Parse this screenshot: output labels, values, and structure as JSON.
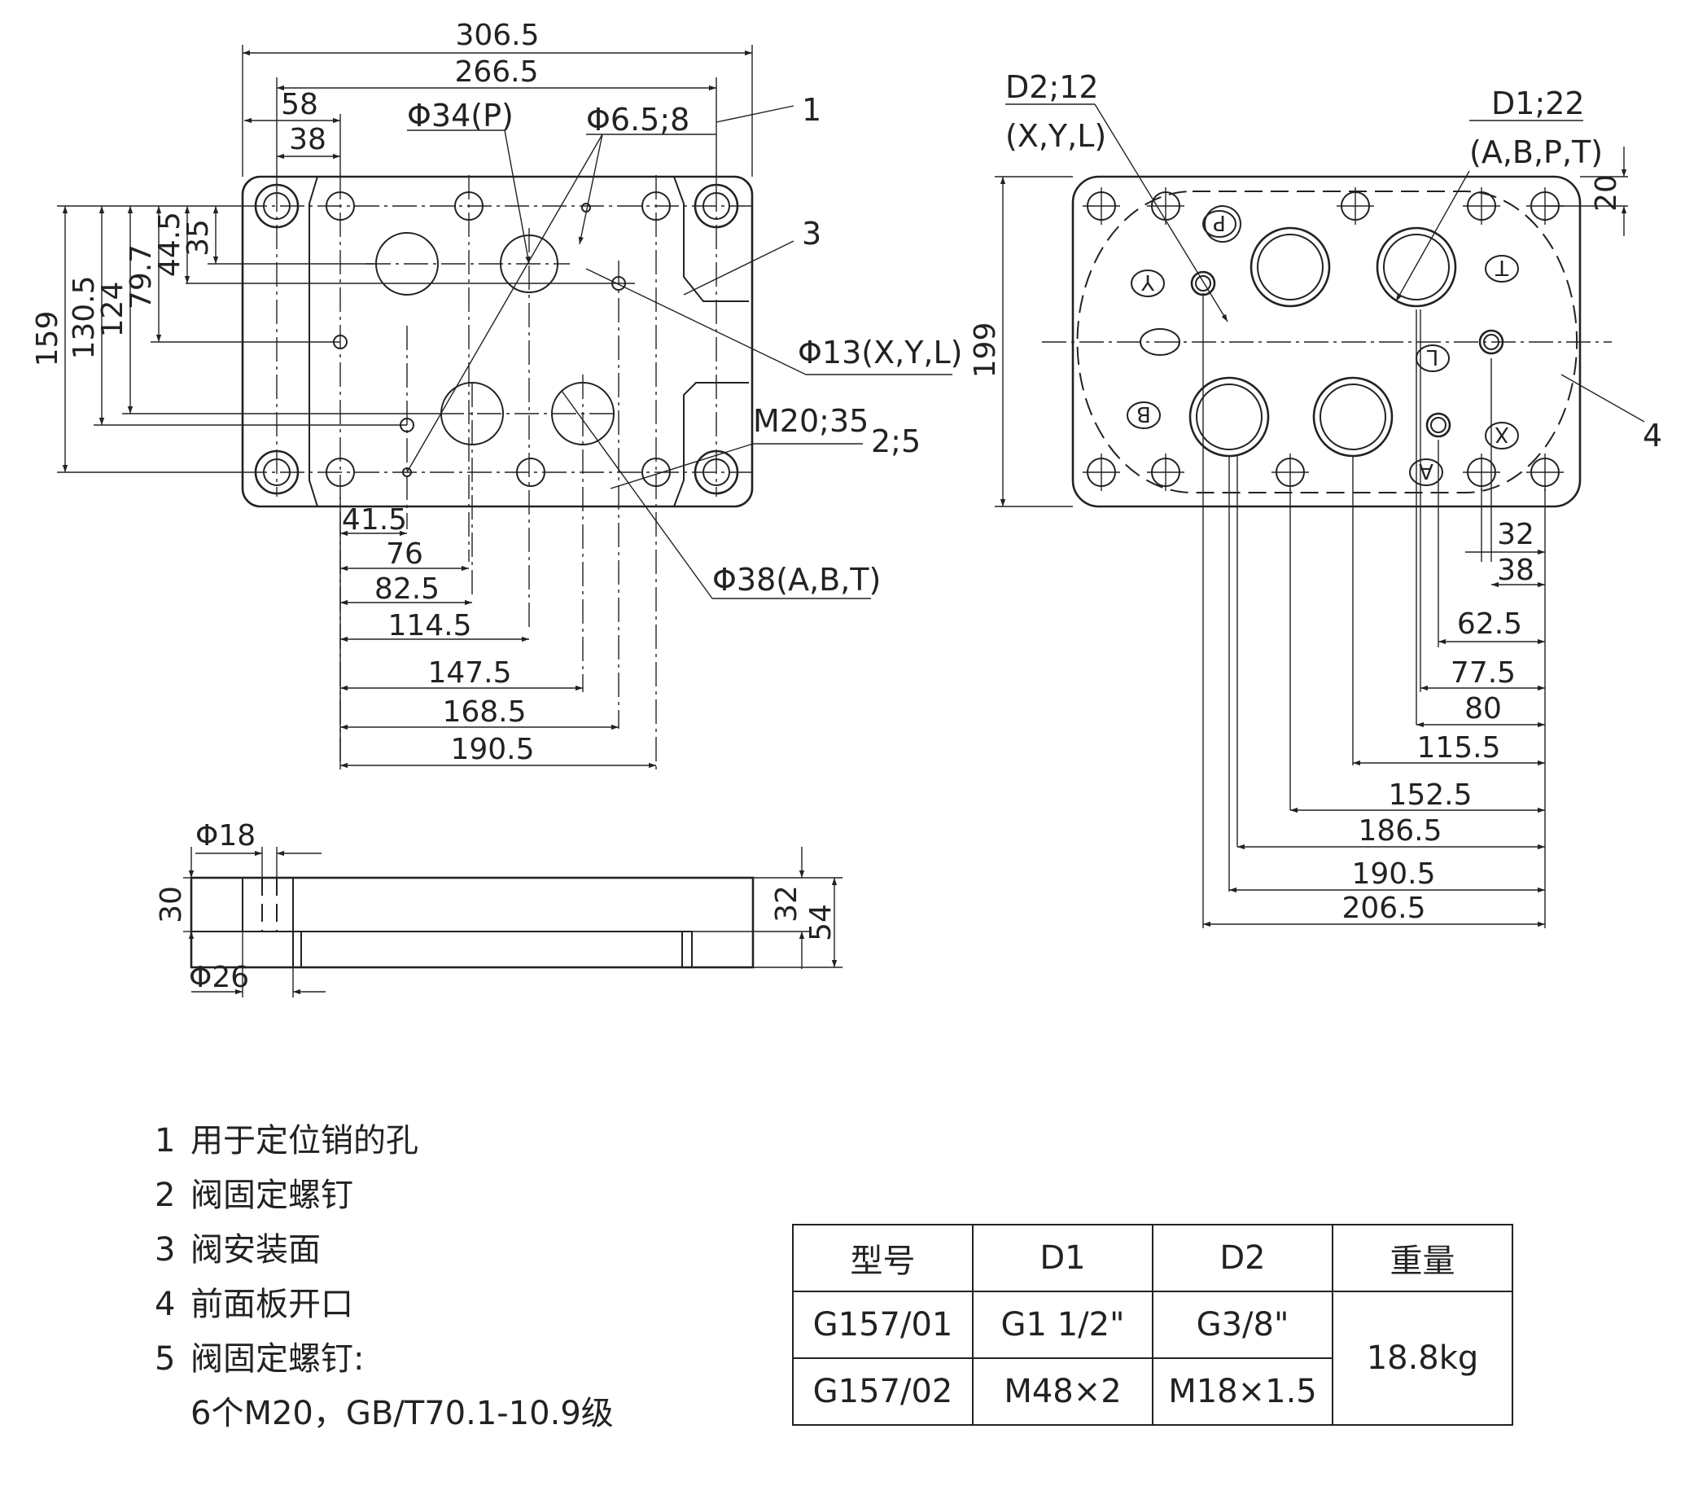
{
  "front_view": {
    "dims_top": [
      "306.5",
      "266.5",
      "58",
      "38"
    ],
    "labels_top": [
      "Φ34(P)",
      "Φ6.5;8",
      "1"
    ],
    "dims_left": [
      "159",
      "130.5",
      "124",
      "79.7",
      "44.5",
      "35"
    ],
    "labels_right": [
      "3",
      "Φ13(X,Y,L)",
      "M20;35",
      "2;5",
      "Φ38(A,B,T)"
    ],
    "dims_bottom": [
      "41.5",
      "76",
      "82.5",
      "114.5",
      "147.5",
      "168.5",
      "190.5"
    ]
  },
  "side_view": {
    "dims": [
      "Φ18",
      "30",
      "Φ26",
      "32",
      "54"
    ]
  },
  "panel_view": {
    "labels": [
      "D2;12",
      "(X,Y,L)",
      "D1;22",
      "(A,B,P,T)",
      "20",
      "199",
      "4"
    ],
    "port_letters": [
      "P",
      "T",
      "Y",
      "L",
      "B",
      "A",
      "X"
    ],
    "dims_bottom": [
      "32",
      "38",
      "62.5",
      "77.5",
      "80",
      "115.5",
      "152.5",
      "186.5",
      "190.5",
      "206.5"
    ]
  },
  "legend": [
    {
      "num": "1",
      "text": "用于定位销的孔"
    },
    {
      "num": "2",
      "text": "阀固定螺钉"
    },
    {
      "num": "3",
      "text": "阀安装面"
    },
    {
      "num": "4",
      "text": "前面板开口"
    },
    {
      "num": "5",
      "text": "阀固定螺钉:"
    },
    {
      "num": "",
      "text": "6个M20，GB/T70.1-10.9级"
    }
  ],
  "table": {
    "headers": [
      "型号",
      "D1",
      "D2",
      "重量"
    ],
    "rows": [
      [
        "G157/01",
        "G1 1/2\"",
        "G3/8\""
      ],
      [
        "G157/02",
        "M48×2",
        "M18×1.5"
      ]
    ],
    "weight": "18.8kg"
  }
}
